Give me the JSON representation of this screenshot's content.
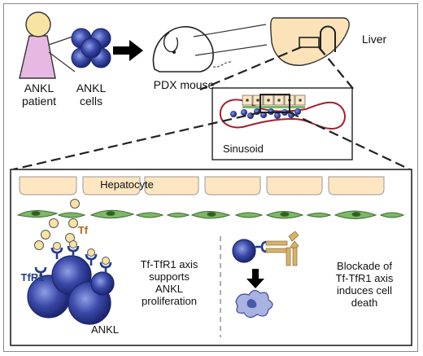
{
  "labels": {
    "patient_line1": "ANKL",
    "patient_line2": "patient",
    "cells_line1": "ANKL",
    "cells_line2": "cells",
    "pdx_mouse": "PDX mouse",
    "liver": "Liver",
    "sinusoid": "Sinusoid",
    "hepatocyte": "Hepatocyte",
    "tf": "Tf",
    "tfr1": "TfR1",
    "ankl": "ANKL",
    "middle_text": [
      "Tf-TfR1 axis",
      "supports",
      "ANKL",
      "proliferation"
    ],
    "right_text": [
      "Blockade of",
      "Tf-TfR1 axis",
      "induces cell",
      "death"
    ]
  },
  "colors": {
    "patient_head": "#f7e3a2",
    "patient_body": "#e6b8e2",
    "cell_blue": "#2c3a8c",
    "liver_fill": "#fbe2b8",
    "hepatocyte_fill": "#fde6c0",
    "endothelial_green": "#7cb866",
    "vessel_red": "#a3202f",
    "tf_ball": "#f7e3a2",
    "tf_label": "#b8641c",
    "tfr1_label": "#243c8c",
    "antibody_tan": "#d8b26a",
    "dying_cell": "#a9b2e0"
  }
}
